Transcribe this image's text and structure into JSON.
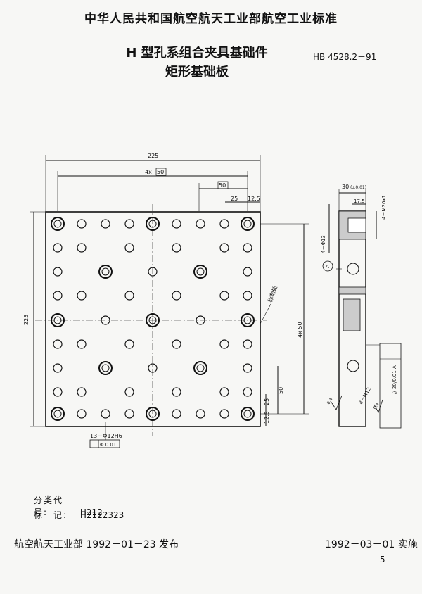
{
  "header": {
    "title": "中华人民共和国航空航天工业部航空工业标准"
  },
  "doc": {
    "title_line1": "H 型孔系组合夹具基础件",
    "title_line2": "矩形基础板",
    "code": "HB 4528.2－91"
  },
  "drawing": {
    "dims": {
      "overall_width": "225",
      "pitch_4x50": "4x",
      "boxed_50": "50",
      "boxed_50_b": "50",
      "dim_25": "25",
      "dim_12_5": "12.5",
      "overall_height": "225",
      "side_4x50_v": "4x 50",
      "boxed_50_v": "50",
      "dim_25_v": "25",
      "dim_12_5_v": "12.5",
      "hole_note": "13－Φ12H6",
      "position_tol": "Φ 0.01",
      "mark_label": "标刻处",
      "side_top_dim": "30",
      "side_top_tol": "(±0.01)",
      "side_17_5": "17.5",
      "side_thread": "4－M20x1",
      "side_phi13": "4－Φ13",
      "datum_a": "A",
      "flatness": "// 20/0.01 A",
      "screw_note": "8－M12",
      "rough_1": "0.4",
      "rough_2": "0.4"
    }
  },
  "meta": {
    "class_code_label": "分类代号:",
    "class_code_value": "H212",
    "mark_label": "标　记:",
    "mark_value": "H2122323"
  },
  "footer": {
    "issue": "航空航天工业部 1992－01－23 发布",
    "implement": "1992－03－01 实施",
    "page": "5"
  }
}
